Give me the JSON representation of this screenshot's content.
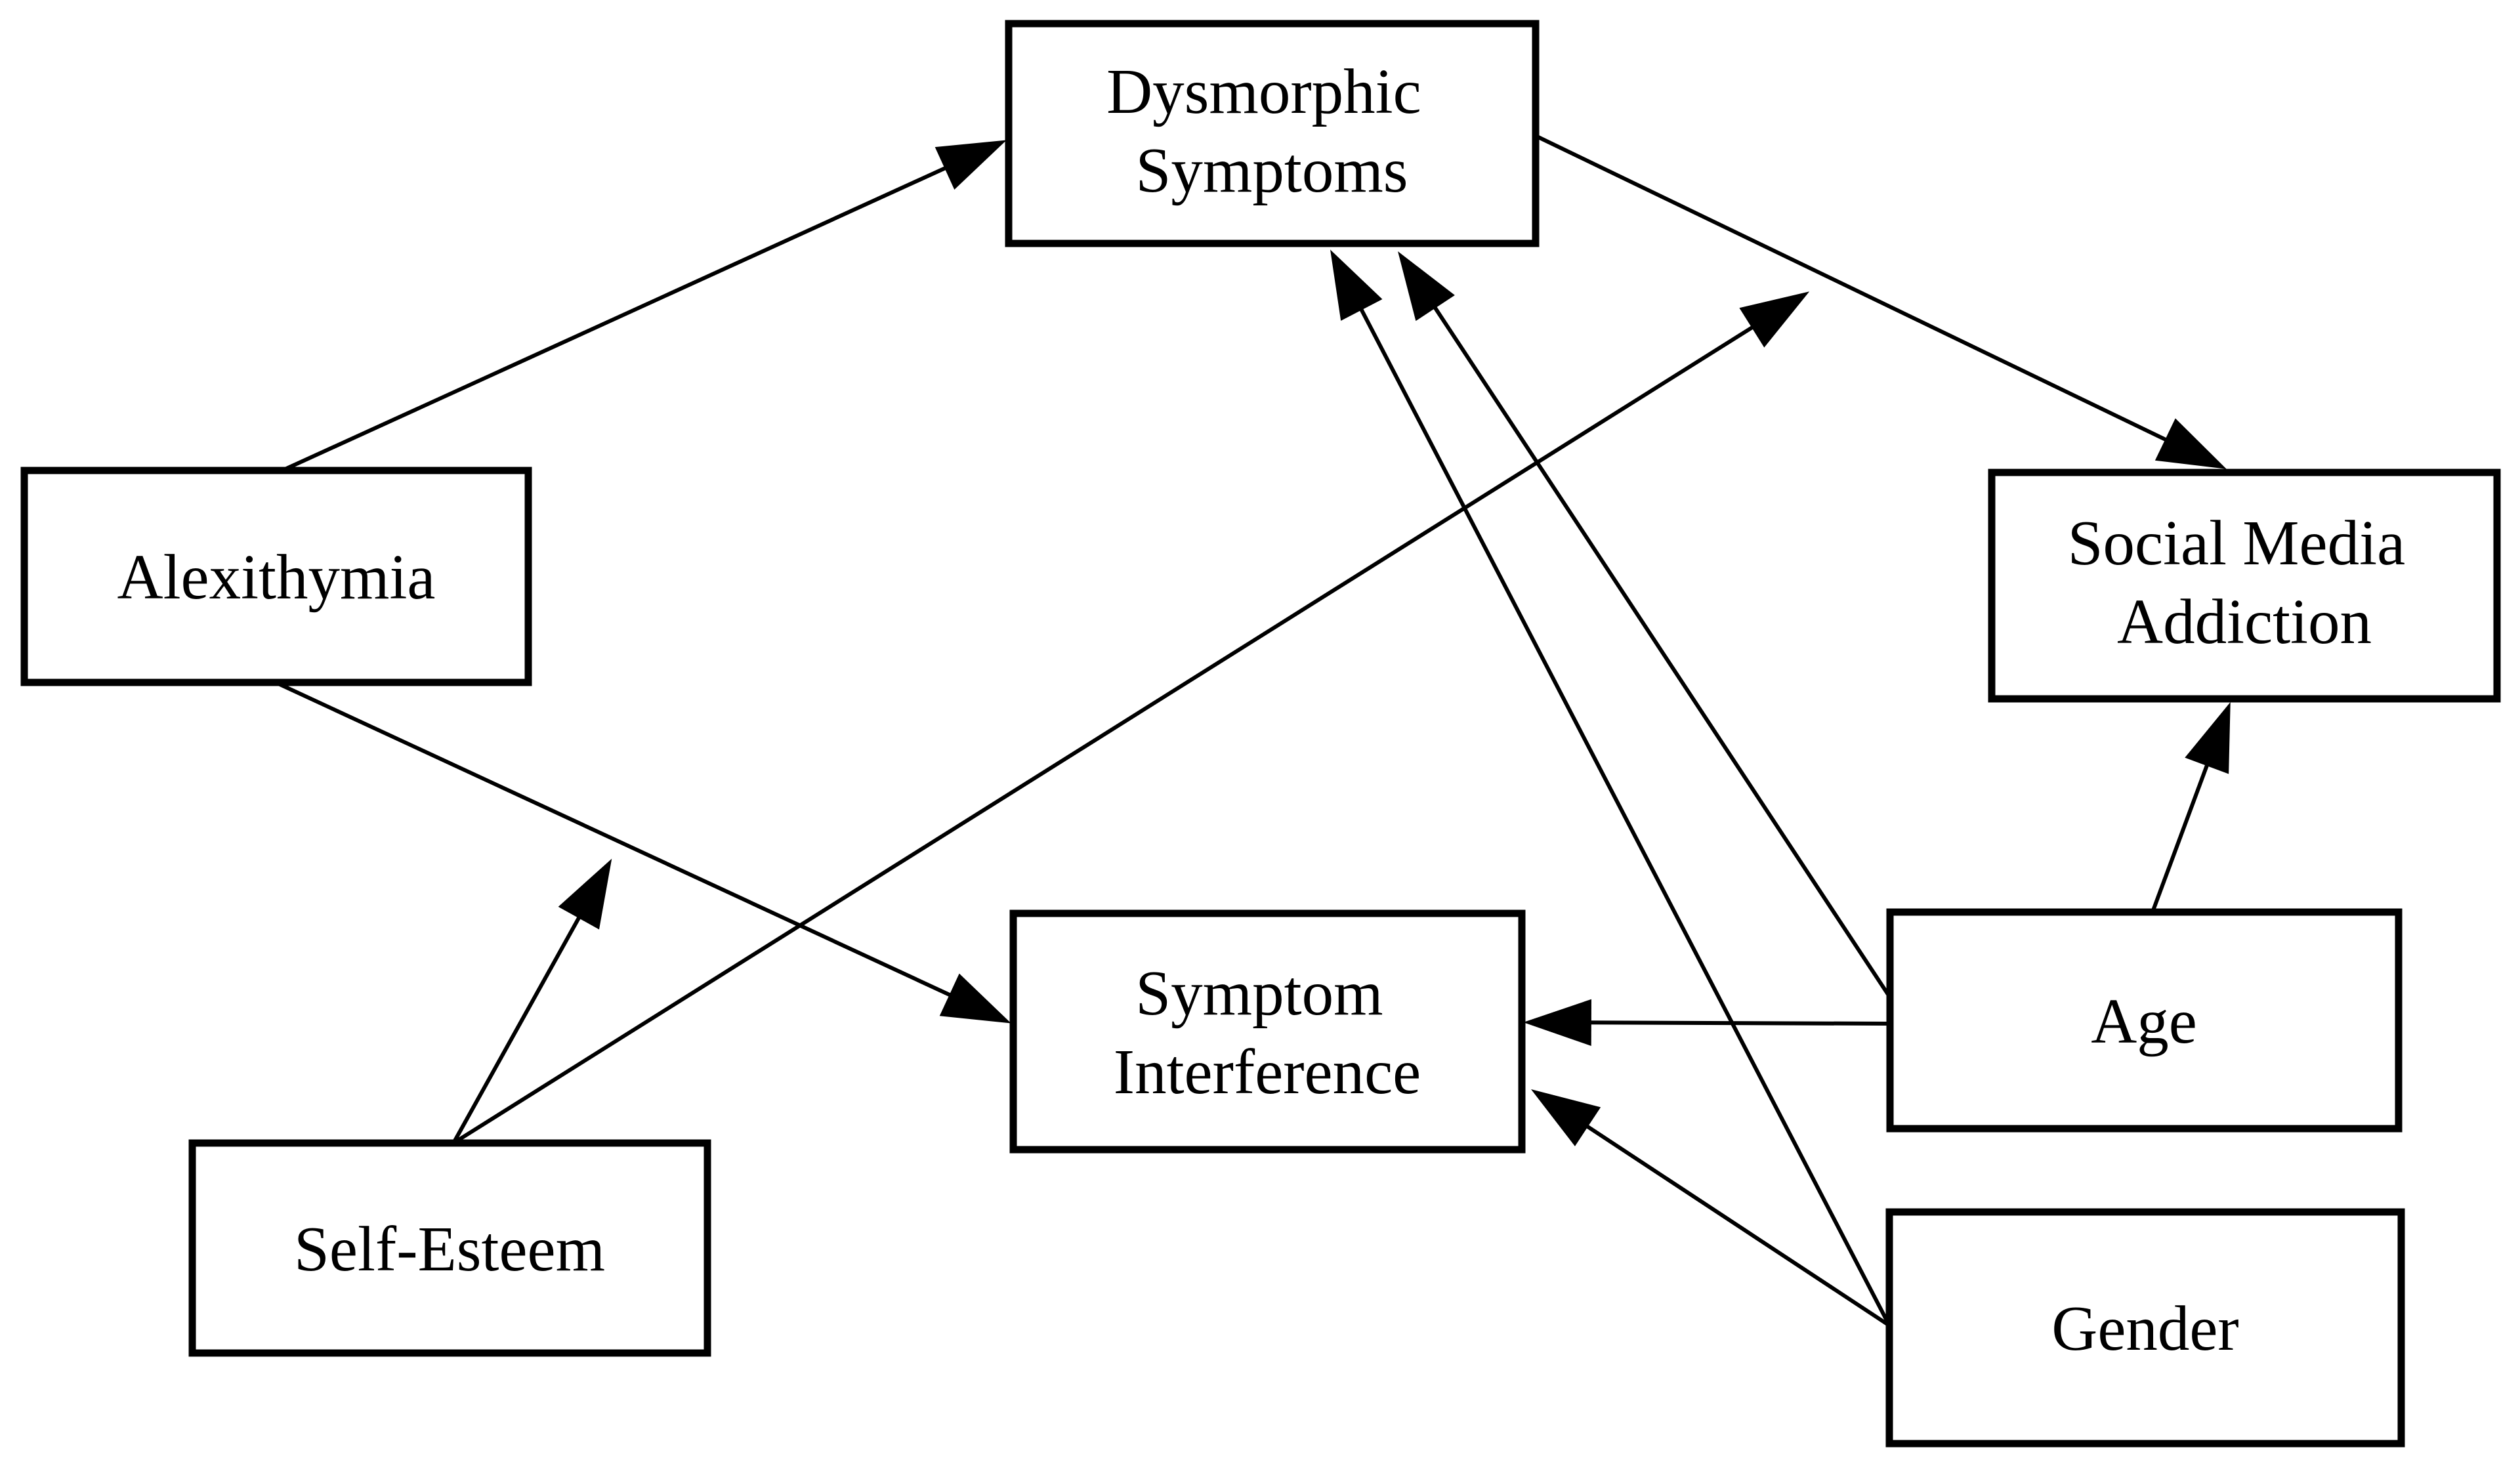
{
  "diagram": {
    "type": "path-model",
    "background": "#ffffff",
    "line_color": "#000000",
    "box_fill": "#ffffff",
    "box_border_color": "#000000",
    "nodes": [
      {
        "id": "dysmorphic-symptoms",
        "label": "Dysmorphic Symptoms",
        "lines": [
          "Dysmorphic",
          "Symptoms"
        ]
      },
      {
        "id": "alexithymia",
        "label": "Alexithymia",
        "lines": [
          "Alexithymia"
        ]
      },
      {
        "id": "social-media-addiction",
        "label": "Social Media Addiction",
        "lines": [
          "Social Media",
          "Addiction"
        ]
      },
      {
        "id": "symptom-interference",
        "label": "Symptom Interference",
        "lines": [
          "Symptom",
          "Interference"
        ]
      },
      {
        "id": "self-esteem",
        "label": "Self-Esteem",
        "lines": [
          "Self-Esteem"
        ]
      },
      {
        "id": "age",
        "label": "Age",
        "lines": [
          "Age"
        ]
      },
      {
        "id": "gender",
        "label": "Gender",
        "lines": [
          "Gender"
        ]
      }
    ],
    "edges": [
      {
        "from": "Alexithymia",
        "to": "Dysmorphic Symptoms",
        "type": "direct"
      },
      {
        "from": "Alexithymia",
        "to": "Symptom Interference",
        "type": "direct"
      },
      {
        "from": "Dysmorphic Symptoms",
        "to": "Social Media Addiction",
        "type": "direct"
      },
      {
        "from": "Age",
        "to": "Social Media Addiction",
        "type": "direct"
      },
      {
        "from": "Age",
        "to": "Symptom Interference",
        "type": "direct"
      },
      {
        "from": "Age",
        "to": "Dysmorphic Symptoms",
        "type": "direct"
      },
      {
        "from": "Gender",
        "to": "Dysmorphic Symptoms",
        "type": "direct"
      },
      {
        "from": "Gender",
        "to": "Symptom Interference",
        "type": "direct"
      },
      {
        "from": "Self-Esteem",
        "to": "path: Alexithymia → Symptom Interference",
        "type": "moderation"
      },
      {
        "from": "Self-Esteem",
        "to": "path: Dysmorphic Symptoms → Social Media Addiction",
        "type": "moderation"
      }
    ]
  }
}
